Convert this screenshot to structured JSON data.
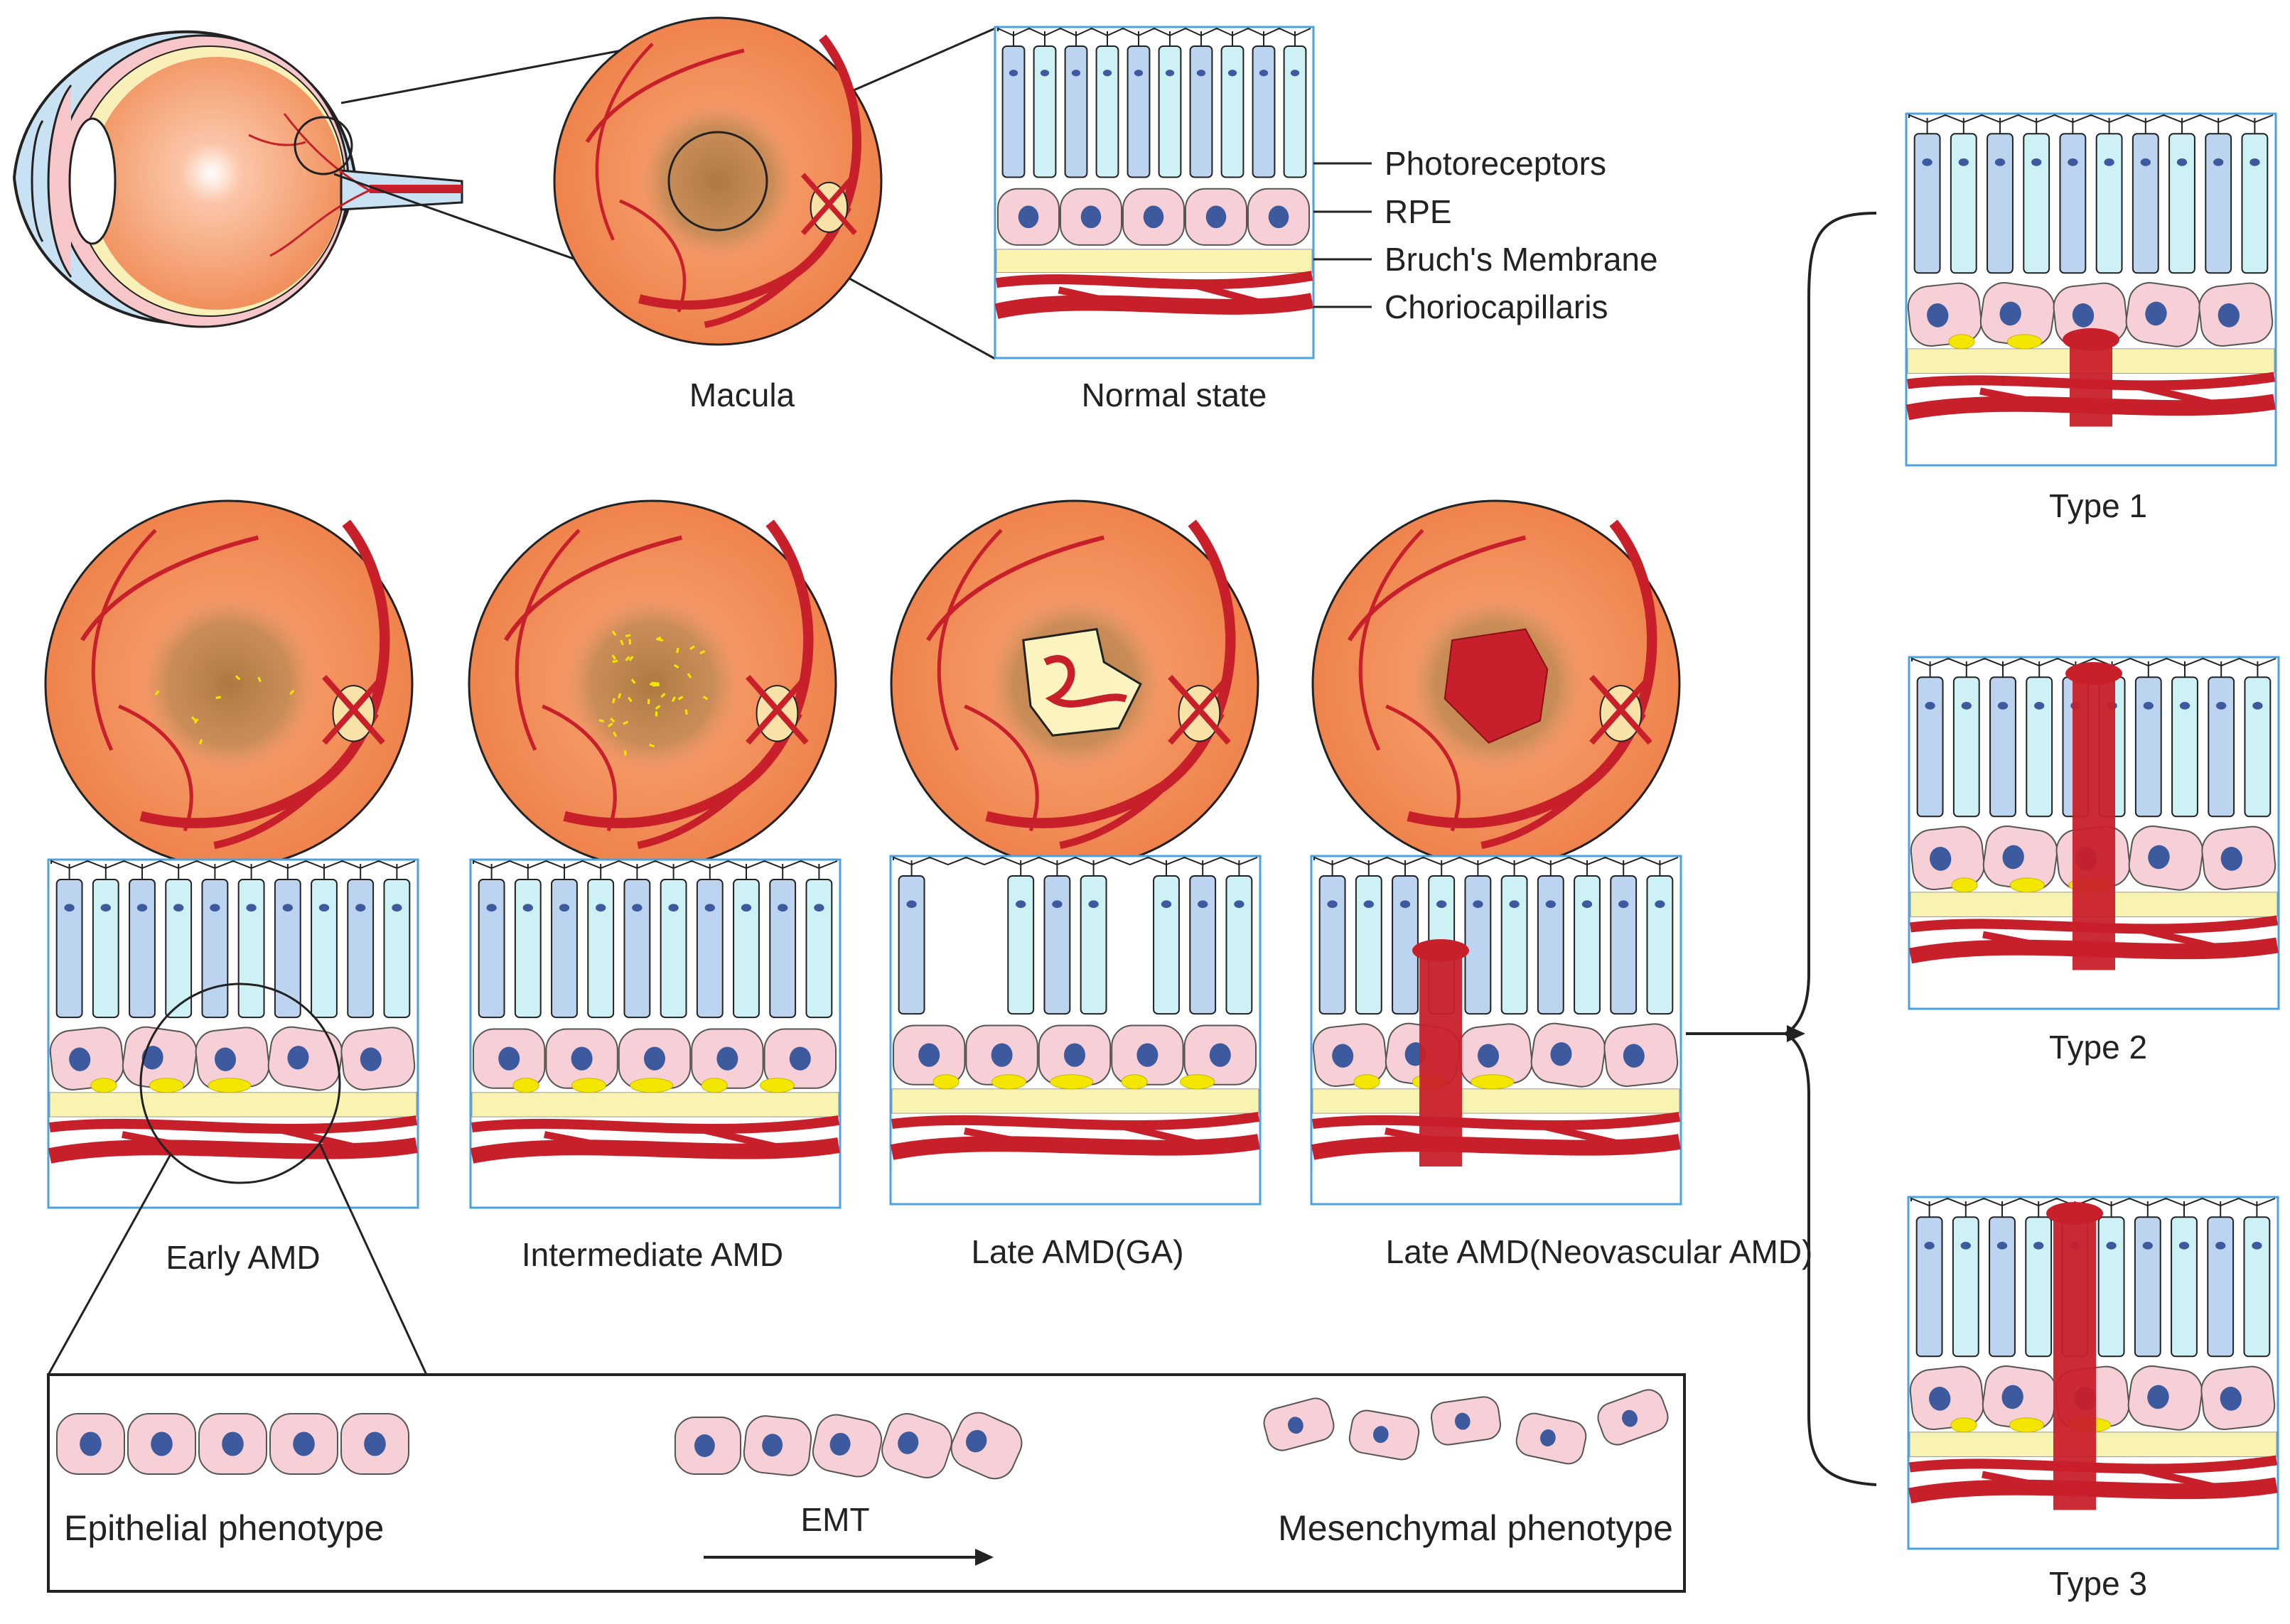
{
  "labels": {
    "macula": "Macula",
    "normal_state": "Normal state",
    "photoreceptors": "Photoreceptors",
    "rpe": "RPE",
    "bruchs_membrane": "Bruch's Membrane",
    "choriocapillaris": "Choriocapillaris",
    "early_amd": "Early AMD",
    "intermediate_amd": "Intermediate AMD",
    "late_amd_ga": "Late AMD(GA)",
    "late_amd_neovascular": "Late AMD(Neovascular AMD)",
    "type_1": "Type 1",
    "type_2": "Type 2",
    "type_3": "Type 3",
    "epithelial_phenotype": "Epithelial phenotype",
    "emt": "EMT",
    "mesenchymal_phenotype": "Mesenchymal phenotype"
  },
  "colors": {
    "fundus": "#f08a55",
    "vessel": "#c8202a",
    "rod": "#bcd4f0",
    "cone": "#cdf1f4",
    "rpe_cell": "#f7cfd6",
    "nucleus": "#3d5a9e",
    "bruch": "#f8f3b0",
    "drusen": "#f3e600",
    "frame": "#4aa3e0"
  },
  "icons": [
    "eye-anatomy-icon",
    "fundus-icon",
    "retina-layers-icon"
  ]
}
